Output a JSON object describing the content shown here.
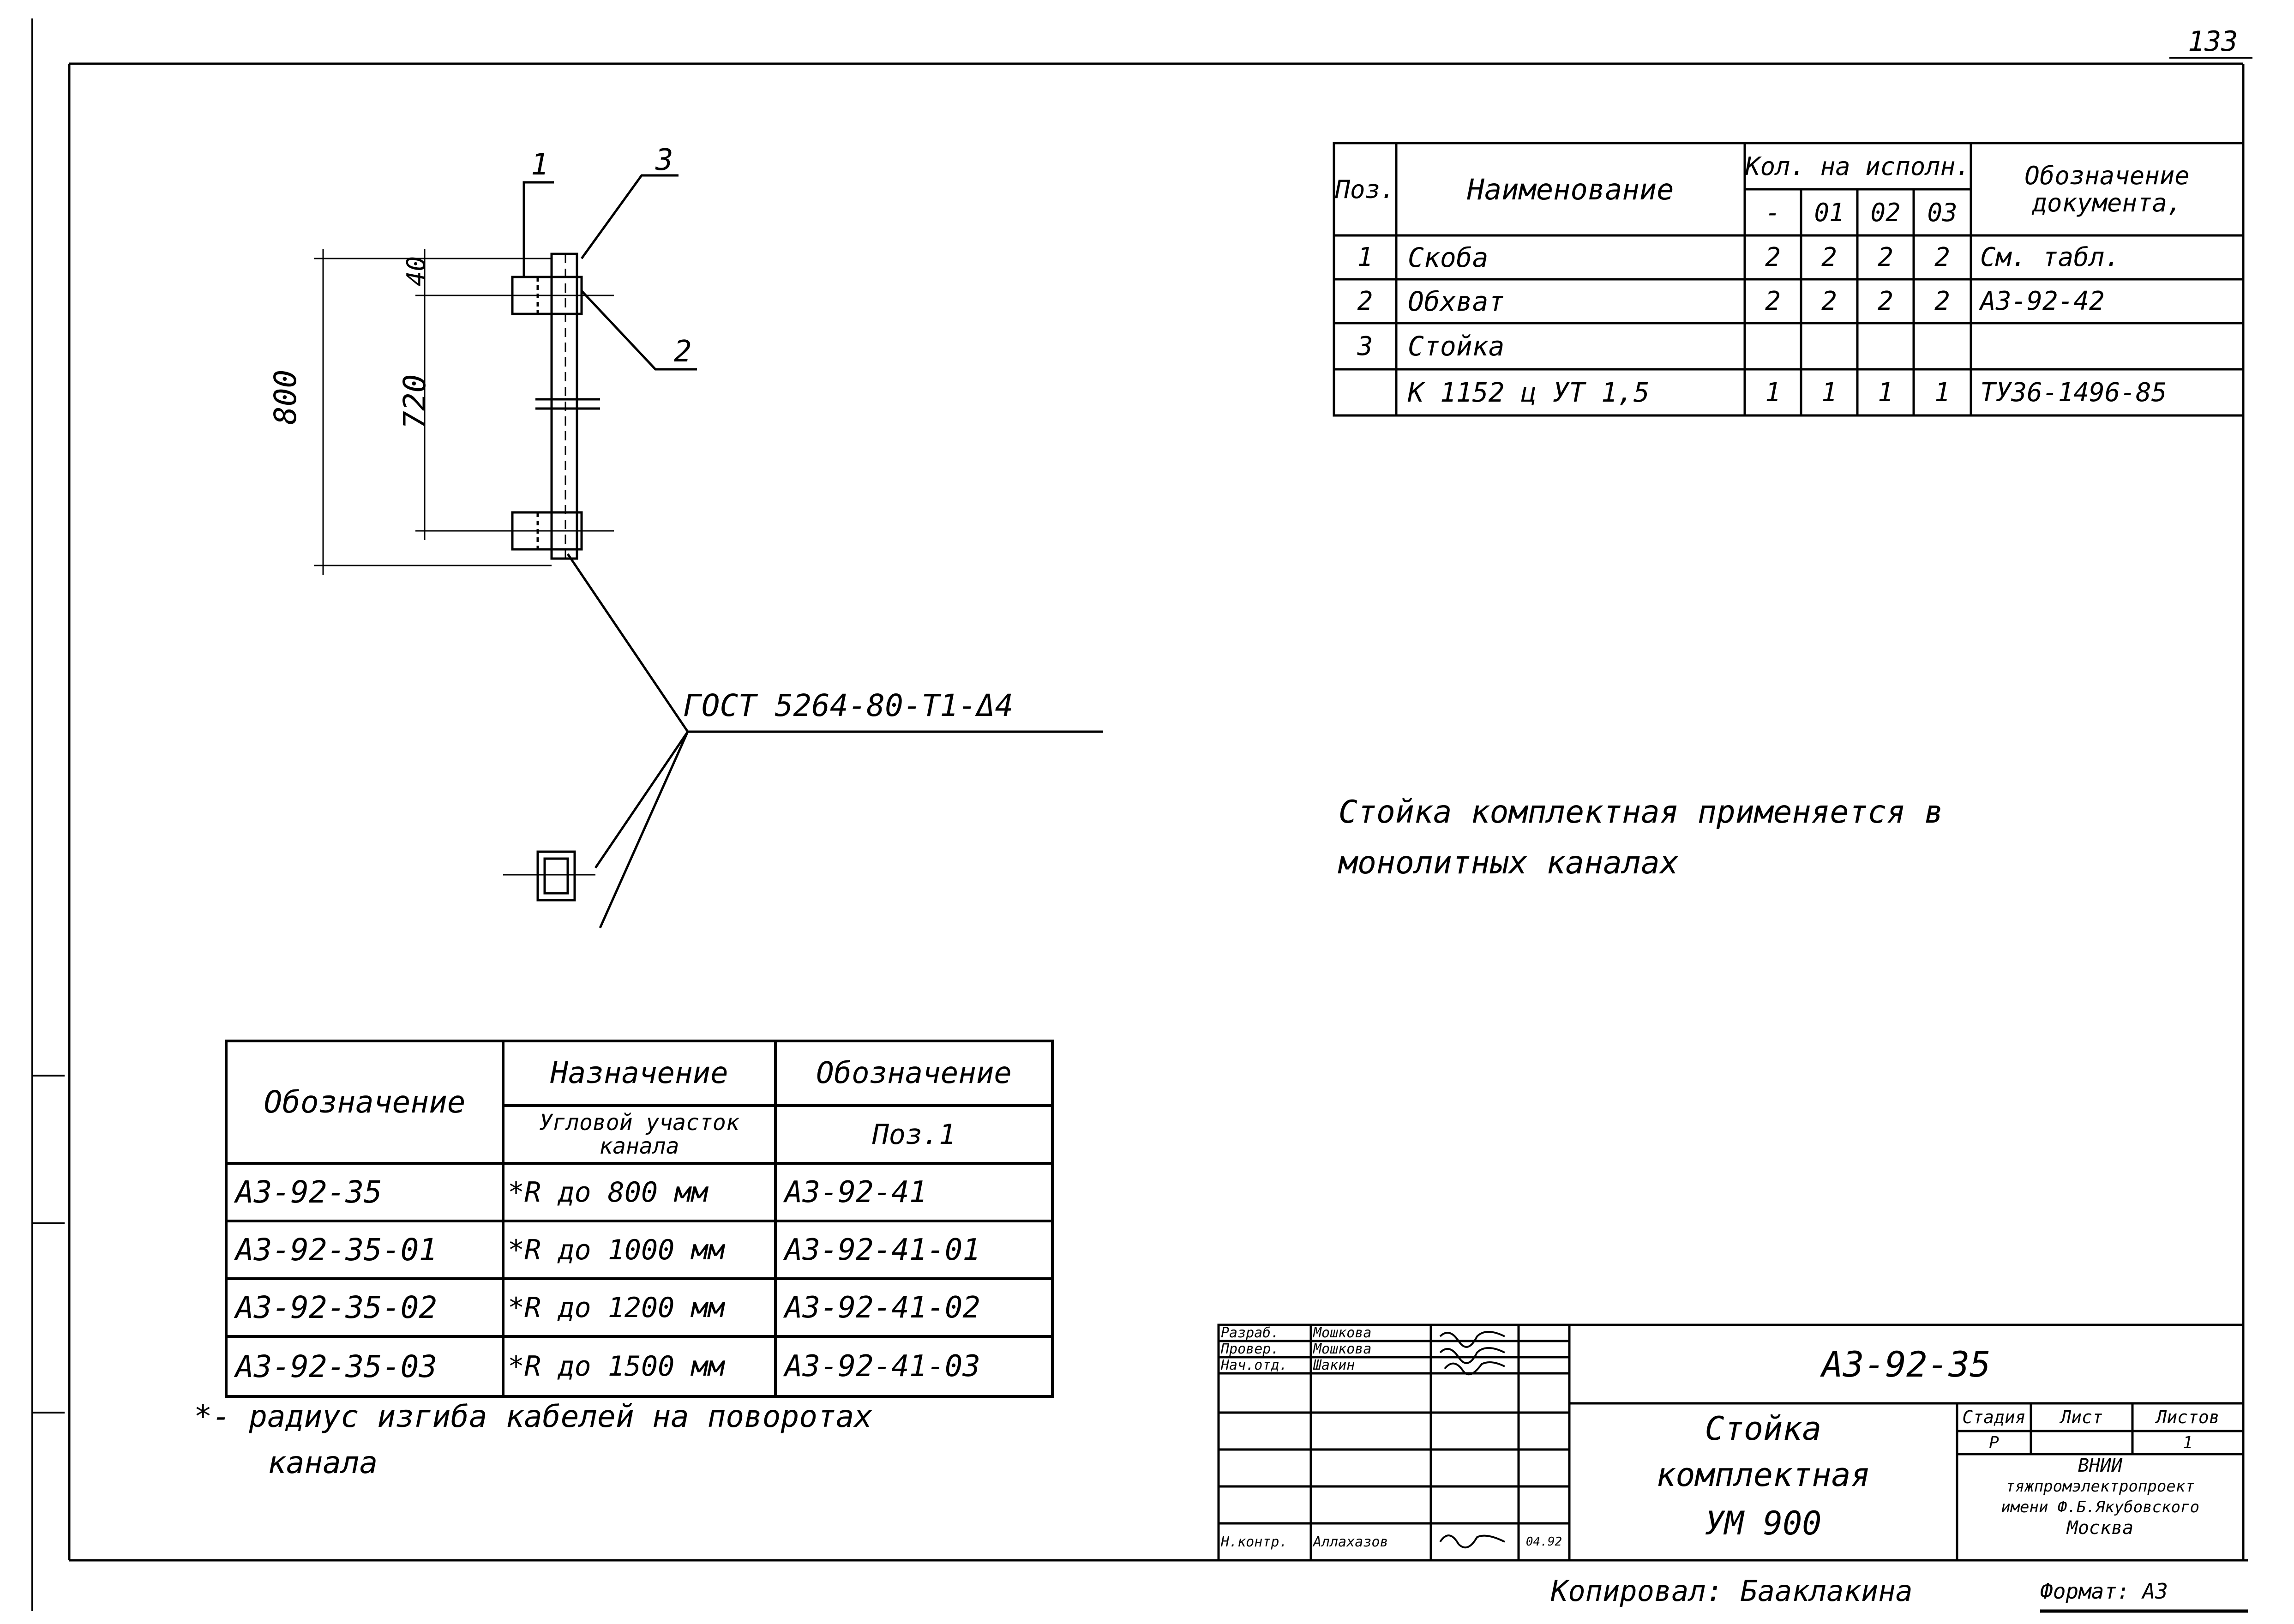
{
  "page_number": "133",
  "drawing": {
    "callouts": [
      "1",
      "3",
      "2"
    ],
    "dims": {
      "total": "800",
      "inner": "720",
      "top": "40"
    },
    "weld_label": "ГОСТ 5264-80-Т1-Δ4"
  },
  "note": {
    "line1": "Стойка комплектная применяется в",
    "line2": "монолитных каналах"
  },
  "parts_table": {
    "headers": {
      "pos": "Поз.",
      "name": "Наименование",
      "qty": "Кол. на исполн.",
      "doc": "Обозначение документа,",
      "variants": [
        "-",
        "01",
        "02",
        "03"
      ]
    },
    "rows": [
      {
        "pos": "1",
        "name": "Скоба",
        "qty": [
          "2",
          "2",
          "2",
          "2"
        ],
        "doc": "См. табл."
      },
      {
        "pos": "2",
        "name": "Обхват",
        "qty": [
          "2",
          "2",
          "2",
          "2"
        ],
        "doc": "А3-92-42"
      },
      {
        "pos": "3",
        "name": "Стойка",
        "qty": [
          "",
          "",
          "",
          ""
        ],
        "doc": ""
      },
      {
        "pos": "",
        "name": "К 1152 ц УТ 1,5",
        "qty": [
          "1",
          "1",
          "1",
          "1"
        ],
        "doc": "ТУ36-1496-85"
      }
    ]
  },
  "variants_table": {
    "headers": {
      "designation": "Обозначение",
      "purpose": "Назначение",
      "purpose_sub": "Угловой участок канала",
      "designation2": "Обозначение",
      "designation2_sub": "Поз.1"
    },
    "rows": [
      {
        "designation": "А3-92-35",
        "purpose": "*R до 800 мм",
        "pos1": "А3-92-41"
      },
      {
        "designation": "А3-92-35-01",
        "purpose": "*R до 1000 мм",
        "pos1": "А3-92-41-01"
      },
      {
        "designation": "А3-92-35-02",
        "purpose": "*R до 1200 мм",
        "pos1": "А3-92-41-02"
      },
      {
        "designation": "А3-92-35-03",
        "purpose": "*R до 1500 мм",
        "pos1": "А3-92-41-03"
      }
    ],
    "footnote_line1": "*- радиус изгиба кабелей на поворотах",
    "footnote_line2": "канала"
  },
  "title_block": {
    "roles": [
      "Разраб.",
      "Провер.",
      "Нач.отд.",
      "",
      "",
      "",
      "Н.контр."
    ],
    "names": [
      "Мошкова",
      "Мошкова",
      "Шакин",
      "",
      "",
      "",
      "Аллахазов"
    ],
    "date": "04.92",
    "code": "А3-92-35",
    "title_line1": "Стойка",
    "title_line2": "комплектная",
    "title_line3": "УМ 900",
    "stage_label": "Стадия",
    "sheet_label": "Лист",
    "sheets_label": "Листов",
    "stage": "Р",
    "sheets": "1",
    "org_line1": "ВНИИ",
    "org_line2": "тяжпромэлектропроект",
    "org_line3": "имени Ф.Б.Якубовского",
    "org_line4": "Москва"
  },
  "footer": {
    "copied": "Копировал: Бааклакина",
    "format": "Формат: А3"
  }
}
